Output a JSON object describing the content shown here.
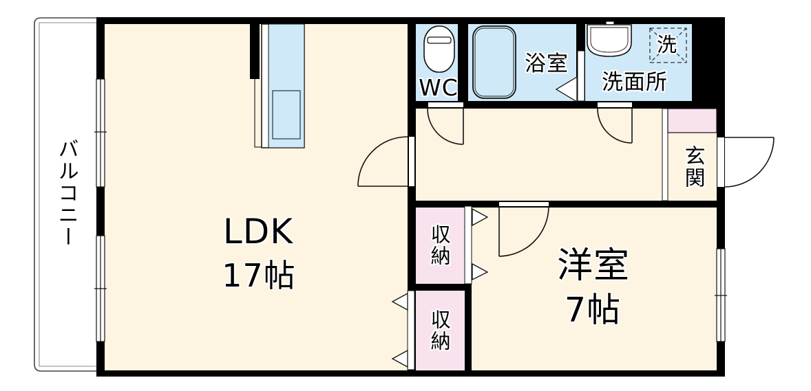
{
  "rooms": {
    "balcony": {
      "label": "バルコニー"
    },
    "ldk": {
      "label": "LDK",
      "size": "17帖"
    },
    "wc": {
      "label": "WC"
    },
    "bath": {
      "label": "浴室"
    },
    "washroom": {
      "label": "洗面所"
    },
    "washer": {
      "label": "洗"
    },
    "entrance": {
      "label": "玄関"
    },
    "storage_upper": {
      "label": "収納"
    },
    "storage_lower": {
      "label": "収納"
    },
    "western_room": {
      "label": "洋室",
      "size": "7帖"
    }
  },
  "colors": {
    "floor": "#fdf4e1",
    "wet": "#cfe9f8",
    "storage": "#f8e2ee",
    "wall": "#000000",
    "line": "#111111"
  }
}
